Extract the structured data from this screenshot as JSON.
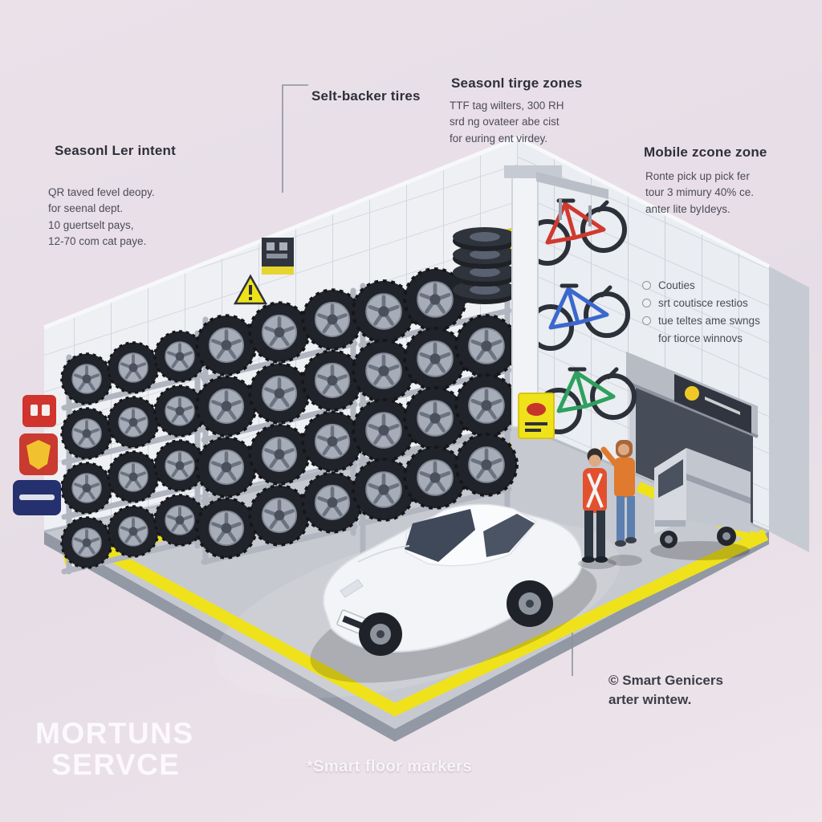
{
  "palette": {
    "background": "#e7dfe7",
    "accent_yellow": "#efe21b",
    "wall": "#eef0f4",
    "floor": "#c6c9d0",
    "ink": "#35353f",
    "bike_red": "#cf3a30",
    "bike_blue": "#3a68cc",
    "bike_green": "#2fa05e"
  },
  "annotations": {
    "seasonal_intent": {
      "title": "Seasonl Ler intent",
      "body": "QR taved fevel deopy.\nfor seenal dept.\n10 guertselt pays,\n12-70 com cat paye."
    },
    "self_backer": {
      "title": "Selt-backer tires"
    },
    "seasonal_zones": {
      "title": "Seasonl tirge zones",
      "body": "TTF tag wilters, 300 RH\nsrd ng ovateer abe cist\nfor euring ent virdey."
    },
    "mobile_zone": {
      "title": "Mobile zcone zone",
      "body": "Ronte pick up pick fer\ntour 3 mimury 40% ce.\nanter lite byIdeys."
    },
    "checklist": {
      "items": [
        "Couties",
        "srt coutisce restios",
        "tue teltes ame swngs",
        "for tiorce winnovs"
      ]
    },
    "credit": "© Smart Genicers\narter wintew.",
    "brand_line1": "MORTUNS",
    "brand_line2": "SERVCE",
    "floor_note": "*Smart floor markers"
  }
}
